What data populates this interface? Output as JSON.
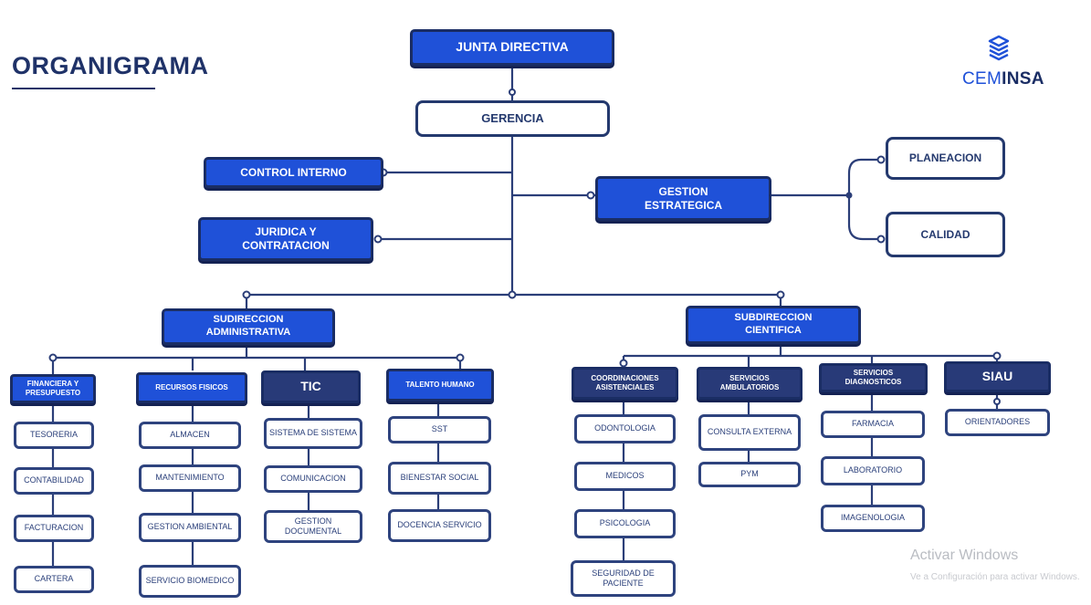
{
  "header": {
    "title": "ORGANIGRAMA"
  },
  "logo": {
    "name": "CEMINSA",
    "part1": "CEM",
    "part2": "INSA",
    "icon": "ceminsa-logo-icon"
  },
  "top": {
    "junta": "JUNTA DIRECTIVA",
    "gerencia": "GERENCIA",
    "control": "CONTROL INTERNO",
    "juridica": "JURIDICA Y CONTRATACION",
    "gestion": "GESTION ESTRATEGICA",
    "planeacion": "PLANEACION",
    "calidad": "CALIDAD"
  },
  "subdirecciones": {
    "administrativa": "SUDIRECCION ADMINISTRATIVA",
    "cientifica": "SUBDIRECCION CIENTIFICA"
  },
  "admin": [
    {
      "title": "FINANCIERA Y PRESUPUESTO",
      "items": [
        "TESORERIA",
        "CONTABILIDAD",
        "FACTURACION",
        "CARTERA"
      ]
    },
    {
      "title": "RECURSOS FISICOS",
      "items": [
        "ALMACEN",
        "MANTENIMIENTO",
        "GESTION AMBIENTAL",
        "SERVICIO BIOMEDICO"
      ]
    },
    {
      "title": "TIC",
      "items": [
        "SISTEMA DE SISTEMA",
        "COMUNICACION",
        "GESTION DOCUMENTAL"
      ]
    },
    {
      "title": "TALENTO HUMANO",
      "items": [
        "SST",
        "BIENESTAR SOCIAL",
        "DOCENCIA SERVICIO"
      ]
    }
  ],
  "cient": [
    {
      "title": "COORDINACIONES ASISTENCIALES",
      "items": [
        "ODONTOLOGIA",
        "MEDICOS",
        "PSICOLOGIA",
        "SEGURIDAD DE PACIENTE"
      ]
    },
    {
      "title": "SERVICIOS AMBULATORIOS",
      "items": [
        "CONSULTA EXTERNA",
        "PYM"
      ]
    },
    {
      "title": "SERVICIOS DIAGNOSTICOS",
      "items": [
        "FARMACIA",
        "LABORATORIO",
        "IMAGENOLOGIA"
      ]
    },
    {
      "title": "SIAU",
      "items": [
        "ORIENTADORES"
      ]
    }
  ],
  "watermark": {
    "line1": "Activar Windows",
    "line2": "Ve a Configuración para activar Windows."
  },
  "colors": {
    "blue": "#1f51d8",
    "navy": "#1a2d64",
    "line": "#2b3e78"
  }
}
